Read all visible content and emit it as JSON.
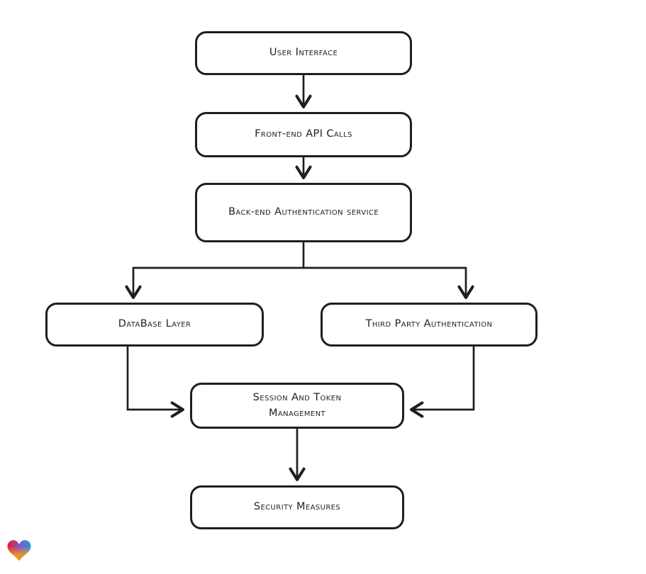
{
  "diagram": {
    "type": "flowchart",
    "direction": "top-down",
    "nodes": {
      "user_interface": {
        "label": "User Interface"
      },
      "frontend_api_calls": {
        "label": "Front-end API Calls"
      },
      "backend_auth_service": {
        "label": "Back-end Authentication service"
      },
      "database_layer": {
        "label": "DataBase Layer"
      },
      "third_party_auth": {
        "label": "Third Party Authentication"
      },
      "session_token_mgmt": {
        "label": "Session And Token Management"
      },
      "security_measures": {
        "label": "Security Measures"
      }
    },
    "edges": [
      {
        "from": "user_interface",
        "to": "frontend_api_calls"
      },
      {
        "from": "frontend_api_calls",
        "to": "backend_auth_service"
      },
      {
        "from": "backend_auth_service",
        "to": "database_layer"
      },
      {
        "from": "backend_auth_service",
        "to": "third_party_auth"
      },
      {
        "from": "database_layer",
        "to": "session_token_mgmt"
      },
      {
        "from": "third_party_auth",
        "to": "session_token_mgmt"
      },
      {
        "from": "session_token_mgmt",
        "to": "security_measures"
      }
    ],
    "style": {
      "stroke_color": "#1e1e1e",
      "node_fill": "#ffffff",
      "background": "#ffffff",
      "arrow_style": "open-v"
    }
  },
  "footer": {
    "logo": {
      "icon": "heart-gradient-logo",
      "colors": [
        "#e41e2b",
        "#8c52c5",
        "#189cd8",
        "#f69b1d"
      ]
    }
  }
}
